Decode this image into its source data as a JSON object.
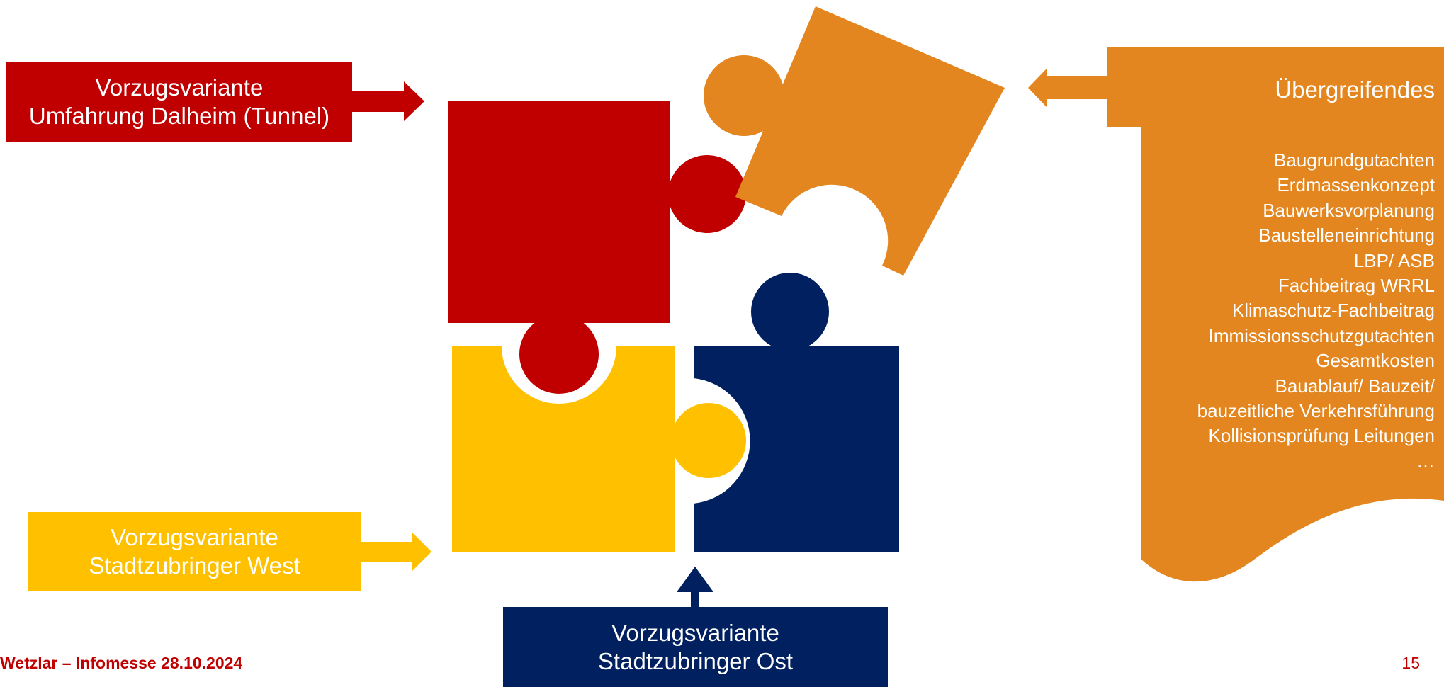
{
  "colors": {
    "red": "#c00000",
    "orange": "#e3861f",
    "yellow": "#ffc000",
    "navy": "#002060"
  },
  "labels": {
    "red": {
      "line1": "Vorzugsvariante",
      "line2": "Umfahrung Dalheim (Tunnel)"
    },
    "yellow": {
      "line1": "Vorzugsvariante",
      "line2": "Stadtzubringer West"
    },
    "blue": {
      "line1": "Vorzugsvariante",
      "line2": "Stadtzubringer Ost"
    }
  },
  "orange_panel": {
    "title": "Übergreifendes",
    "items": [
      "Baugrundgutachten",
      "Erdmassenkonzept",
      "Bauwerksvorplanung",
      "Baustelleneinrichtung",
      "LBP/ ASB",
      "Fachbeitrag WRRL",
      "Klimaschutz-Fachbeitrag",
      "Immissionsschutzgutachten",
      "Gesamtkosten",
      "Bauablauf/ Bauzeit/",
      "bauzeitliche Verkehrsführung",
      "Kollisionsprüfung Leitungen",
      "…"
    ]
  },
  "footer": {
    "left": "Wetzlar – Infomesse 28.10.2024",
    "page": "15"
  }
}
